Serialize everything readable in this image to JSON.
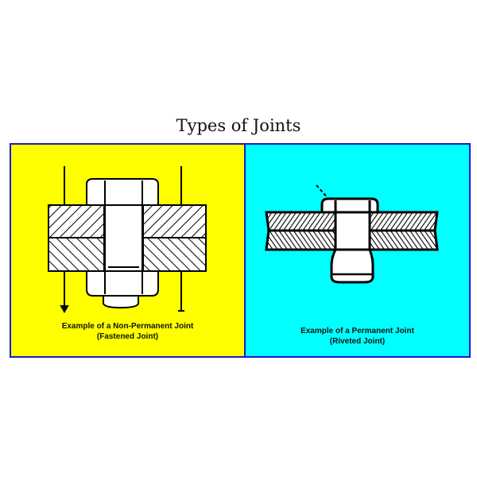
{
  "title": "Types of Joints",
  "colors": {
    "left_bg": "#ffff00",
    "right_bg": "#00ffff",
    "border": "#1a1acc"
  },
  "panels": [
    {
      "caption_line1": "Example of a Non-Permanent Joint",
      "caption_line2": "(Fastened Joint)",
      "illustration": "bolt-and-nut-icon"
    },
    {
      "caption_line1": "Example of a Permanent Joint",
      "caption_line2": "(Riveted Joint)",
      "illustration": "rivet-icon"
    }
  ]
}
